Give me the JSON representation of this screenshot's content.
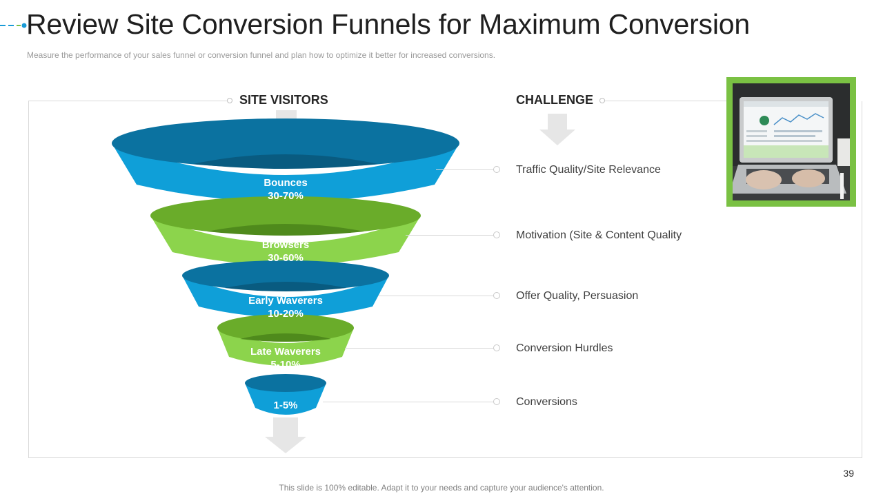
{
  "header": {
    "title": "Review Site Conversion Funnels for Maximum Conversion",
    "subtitle": "Measure the performance  of your sales funnel  or conversion  funnel  and  plan  how  to optimize it better for increased  conversions."
  },
  "columns": {
    "visitors_heading": "SITE VISITORS",
    "challenge_heading": "CHALLENGE"
  },
  "stages": [
    {
      "name": "Bounces",
      "range": "30-70%",
      "challenge": "Traffic Quality/Site Relevance",
      "color": "blue"
    },
    {
      "name": "Browsers",
      "range": "30-60%",
      "challenge": "Motivation (Site & Content Quality",
      "color": "green"
    },
    {
      "name": "Early Waverers",
      "range": "10-20%",
      "challenge": "Offer Quality,  Persuasion",
      "color": "blue"
    },
    {
      "name": "Late Waverers",
      "range": "5-10%",
      "challenge": "Conversion Hurdles",
      "color": "green"
    },
    {
      "name": "",
      "range": "1-5%",
      "challenge": "Conversions",
      "color": "blue"
    }
  ],
  "colors": {
    "blue_front": "#0f9fd8",
    "blue_top": "#0b72a0",
    "blue_inner": "#095b80",
    "green_front": "#8cd44c",
    "green_top": "#6aac2a",
    "green_inner": "#4f8a1c",
    "photo_frame": "#7ac143",
    "arrow": "#e6e6e6"
  },
  "footer": {
    "note": "This slide is 100% editable. Adapt it to your needs and capture your audience's attention.",
    "page_number": "39"
  }
}
